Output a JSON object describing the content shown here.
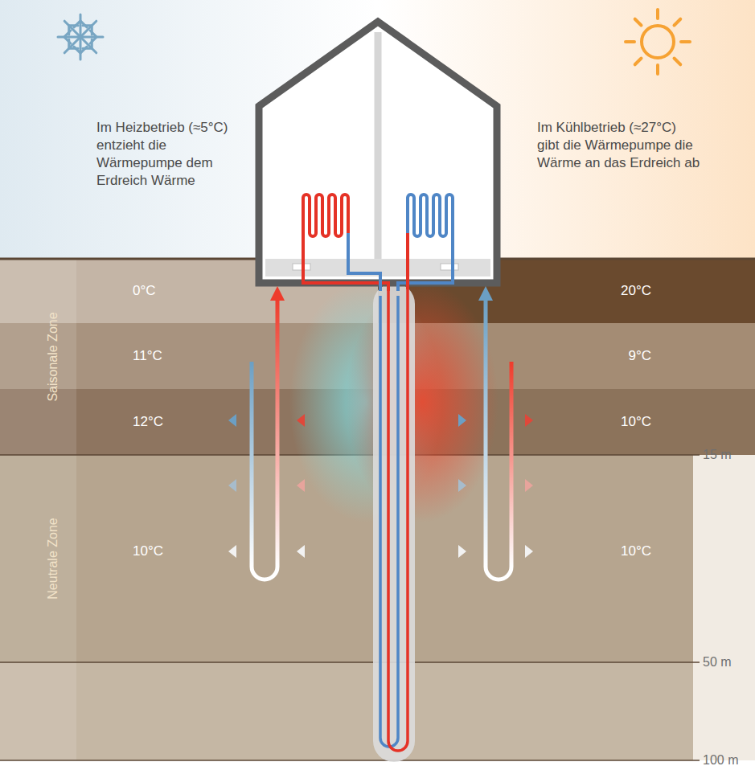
{
  "diagram": {
    "labels": [
      "Im Heizbetrieb (≈5°C) entzieht die Wärmepumpe dem Erdreich Wärme",
      "Im Kühlbetrieb (≈27°C) gibt die Wärmepumpe die Wärme an das Erdreich ab",
      "0°C",
      "11°C",
      "12°C",
      "10°C",
      "20°C",
      "9°C",
      "10°C",
      "10°C",
      "Saisonale Zone",
      "Neutrale Zone",
      "15 m",
      "50 m",
      "100 m"
    ]
  }
}
